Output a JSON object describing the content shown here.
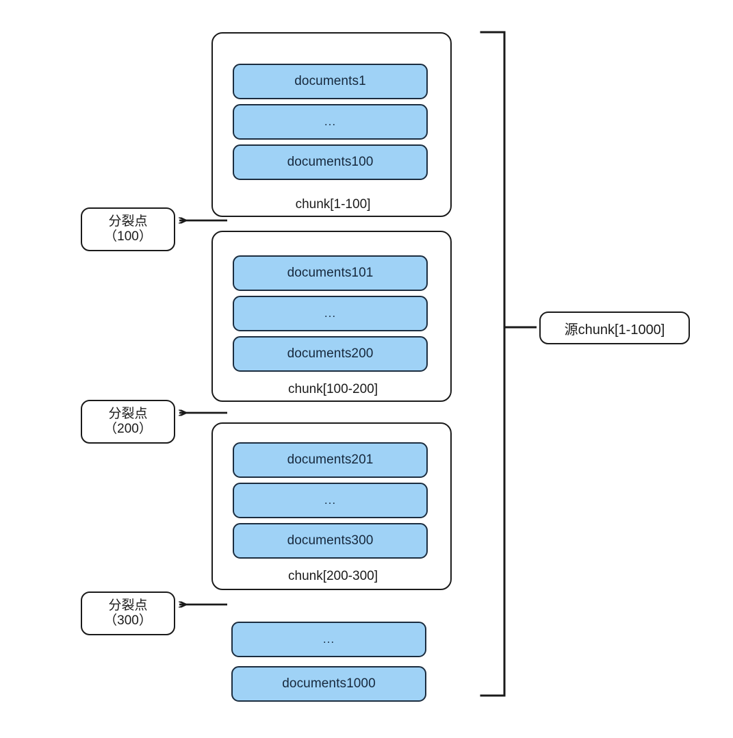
{
  "diagram": {
    "title": "chunk split diagram",
    "colors": {
      "pill_fill": "#9fd2f6",
      "pill_border": "#1b2c3e",
      "box_border": "#1a1a1a",
      "text": "#16283c",
      "background": "#ffffff"
    }
  },
  "chunks": [
    {
      "label": "chunk[1-100]",
      "framed": true,
      "documents": [
        "documents1",
        "...",
        "documents100"
      ]
    },
    {
      "label": "chunk[100-200]",
      "framed": true,
      "documents": [
        "documents101",
        "...",
        "documents200"
      ]
    },
    {
      "label": "chunk[200-300]",
      "framed": true,
      "documents": [
        "documents201",
        "...",
        "documents300"
      ]
    },
    {
      "label": "",
      "framed": false,
      "documents": [
        "...",
        "documents1000"
      ]
    }
  ],
  "split_points": [
    {
      "title": "分裂点",
      "value": "（100）"
    },
    {
      "title": "分裂点",
      "value": "（200）"
    },
    {
      "title": "分裂点",
      "value": "（300）"
    }
  ],
  "source": {
    "label": "源chunk[1-1000]"
  },
  "icons": {
    "arrow_left": "arrow-left-icon",
    "brace": "right-brace-icon"
  }
}
